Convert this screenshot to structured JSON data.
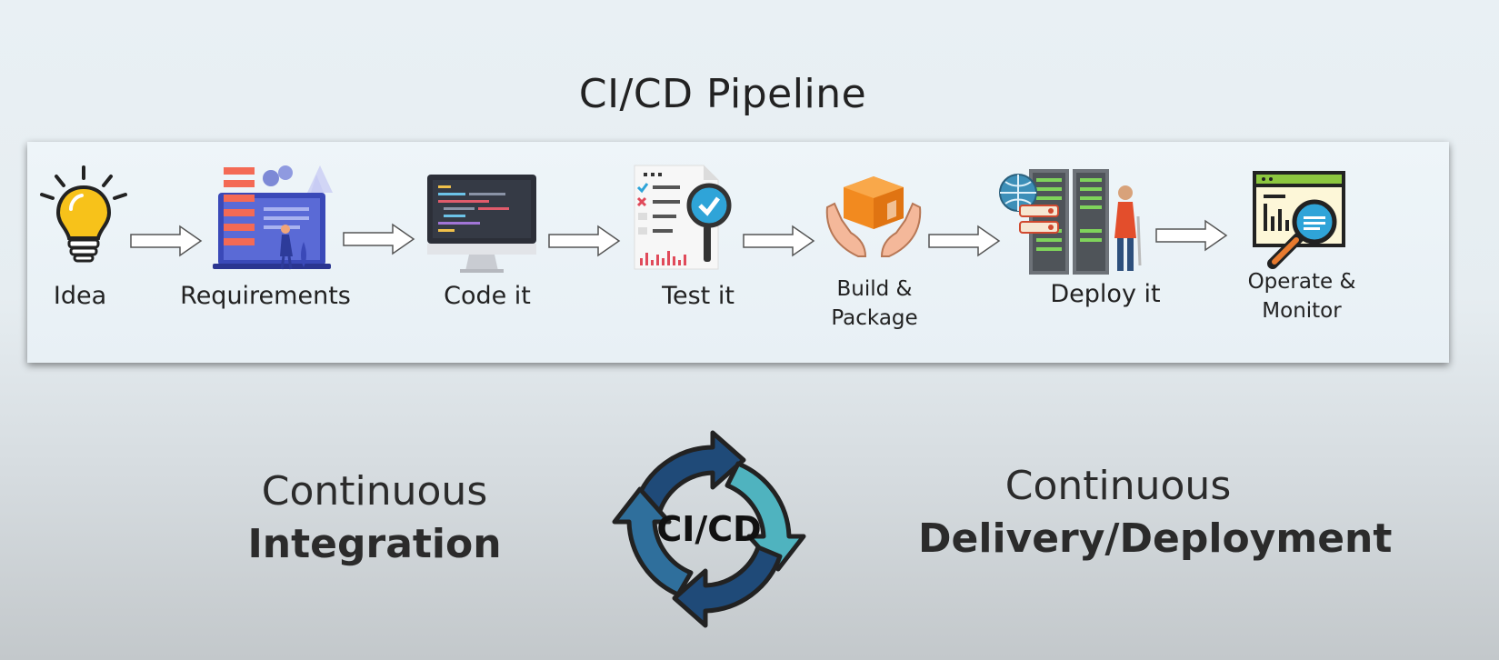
{
  "title": "CI/CD Pipeline",
  "steps": [
    {
      "label": "Idea",
      "icon": "lightbulb-icon"
    },
    {
      "label": "Requirements",
      "icon": "requirements-illustration-icon"
    },
    {
      "label": "Code it",
      "icon": "code-monitor-icon"
    },
    {
      "label": "Test it",
      "icon": "test-checklist-icon"
    },
    {
      "label": "Build & Package",
      "icon": "package-hands-icon"
    },
    {
      "label": "Deploy it",
      "icon": "server-deploy-icon"
    },
    {
      "label": "Operate & Monitor",
      "icon": "monitor-magnifier-icon"
    }
  ],
  "cycle": {
    "label": "CI/CD",
    "colors": {
      "dark": "#1f4a78",
      "light": "#4fb3bf",
      "outline": "#222222"
    }
  },
  "left_text": {
    "line1": "Continuous",
    "line2": "Integration"
  },
  "right_text": {
    "line1": "Continuous",
    "line2": "Delivery/Deployment"
  }
}
